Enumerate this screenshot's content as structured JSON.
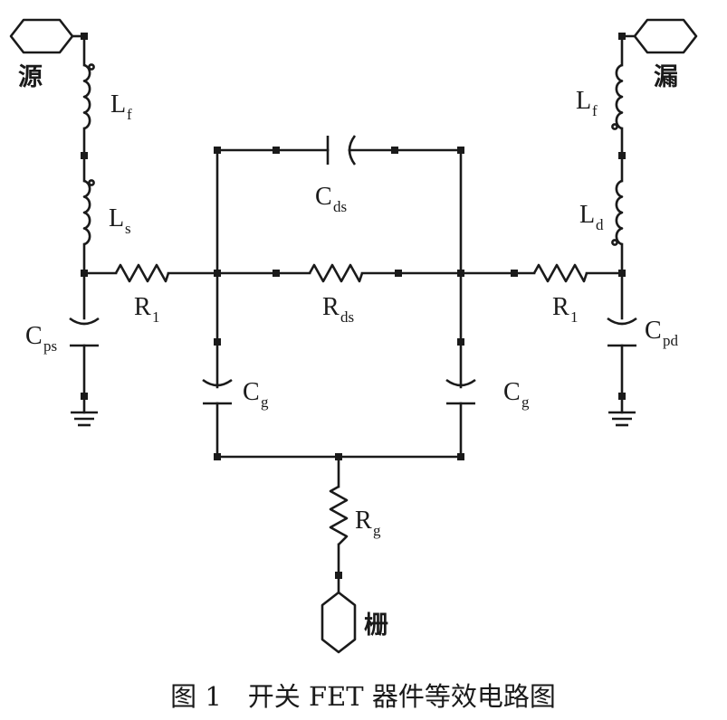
{
  "terminals": {
    "source": "源",
    "drain": "漏",
    "gate": "栅"
  },
  "labels": {
    "lf_left": {
      "main": "L",
      "sub": "f"
    },
    "ls": {
      "main": "L",
      "sub": "s"
    },
    "lf_right": {
      "main": "L",
      "sub": "f"
    },
    "ld": {
      "main": "L",
      "sub": "d"
    },
    "cds": {
      "main": "C",
      "sub": "ds"
    },
    "r1_left": {
      "main": "R",
      "sub": "1"
    },
    "rds": {
      "main": "R",
      "sub": "ds"
    },
    "r1_right": {
      "main": "R",
      "sub": "1"
    },
    "cps": {
      "main": "C",
      "sub": "ps"
    },
    "cpd": {
      "main": "C",
      "sub": "pd"
    },
    "cg_left": {
      "main": "C",
      "sub": "g"
    },
    "cg_right": {
      "main": "C",
      "sub": "g"
    },
    "rg": {
      "main": "R",
      "sub": "g"
    }
  },
  "caption": "图 1　开关 FET 器件等效电路图"
}
